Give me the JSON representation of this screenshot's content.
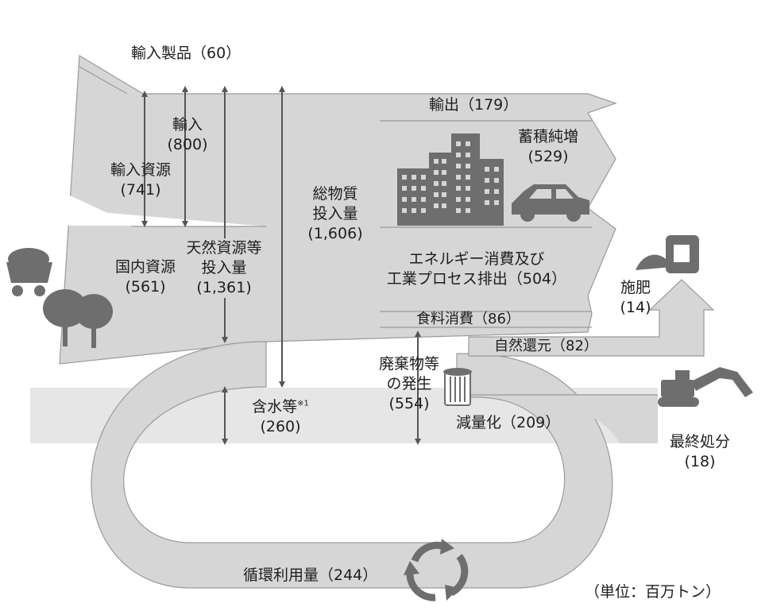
{
  "colors": {
    "flow_fill": "#d6d6d6",
    "flow_stroke": "#9a9a9a",
    "band_fill": "#e6e6e6",
    "arrow": "#555555",
    "icon": "#6e6e6e",
    "text": "#1e1e1e",
    "background": "#ffffff"
  },
  "labels": {
    "import_products": "輸入製品（60）",
    "import_name": "輸入",
    "import_value": "(800)",
    "import_resources_name": "輸入資源",
    "import_resources_value": "(741)",
    "domestic_resources_name": "国内資源",
    "domestic_resources_value": "(561)",
    "natural_input_line1": "天然資源等",
    "natural_input_line2": "投入量",
    "natural_input_value": "(1,361)",
    "total_input_line1": "総物質",
    "total_input_line2": "投入量",
    "total_input_value": "(1,606)",
    "water_content": "含水等",
    "water_content_note": "※1",
    "water_content_value": "(260)",
    "export": "輸出（179）",
    "stock_increase_name": "蓄積純増",
    "stock_increase_value": "(529)",
    "energy_line1": "エネルギー消費及び",
    "energy_line2": "工業プロセス排出（504）",
    "food": "食料消費（86）",
    "natural_return": "自然還元（82）",
    "fertilizer_name": "施肥",
    "fertilizer_value": "(14)",
    "waste_line1": "廃棄物等",
    "waste_line2": "の発生",
    "waste_value": "(554)",
    "reduction": "減量化（209）",
    "final_disposal_name": "最終処分",
    "final_disposal_value": "(18)",
    "recycle": "循環利用量（244）",
    "unit": "（単位：百万トン）"
  },
  "icons": [
    "mining-cart-icon",
    "trees-icon",
    "buildings-icon",
    "car-icon",
    "fertilizer-bag-icon",
    "trash-bin-icon",
    "excavator-icon",
    "recycle-icon"
  ]
}
